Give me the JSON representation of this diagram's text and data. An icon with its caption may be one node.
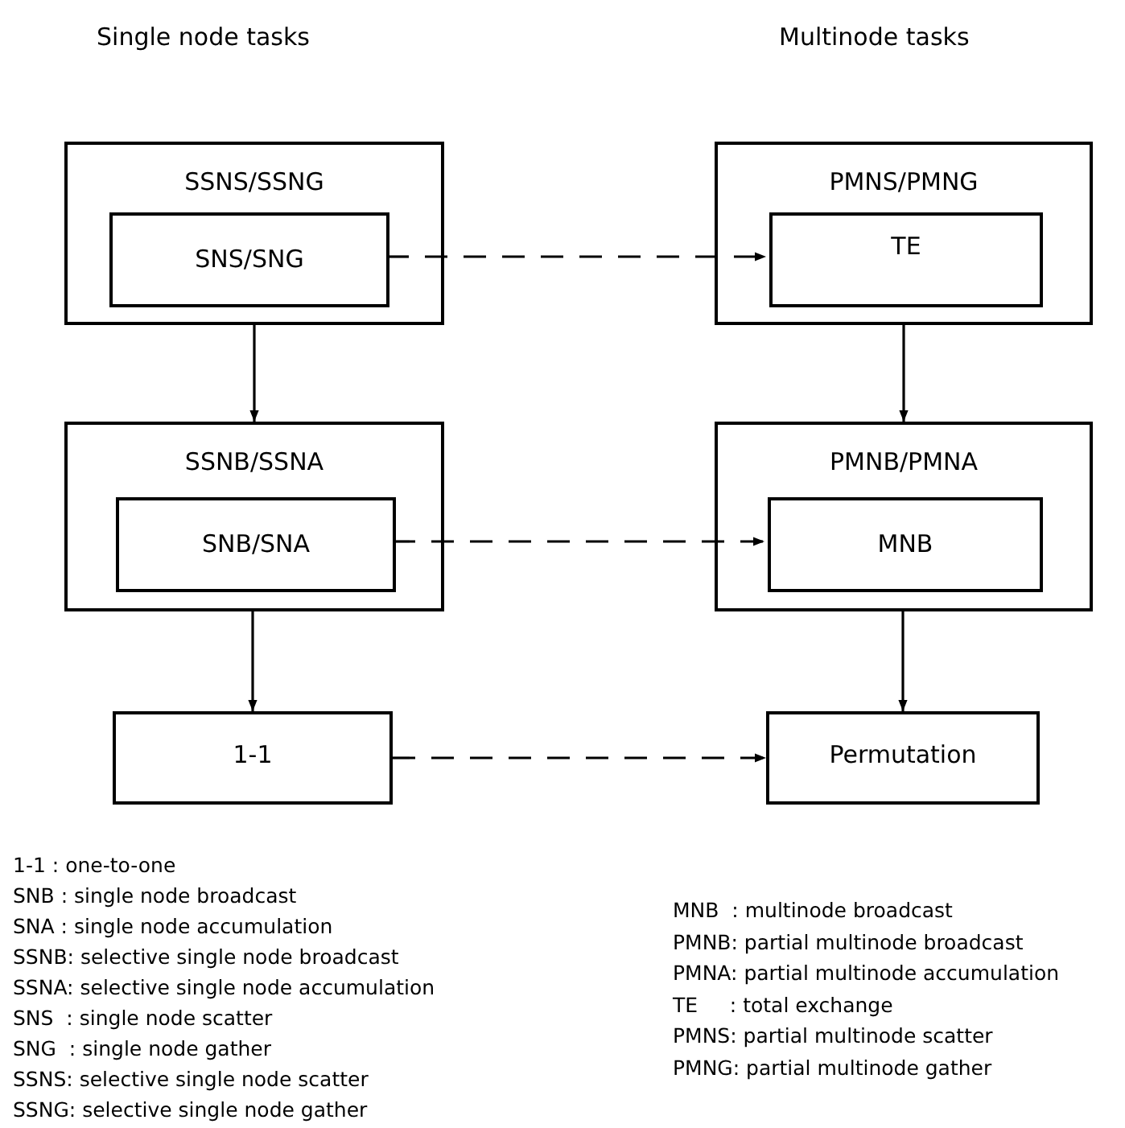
{
  "diagram": {
    "nodes": [
      {
        "text": [
          "SSNS/SSNG"
        ]
      },
      {
        "text": [
          "SNS/SNG"
        ],
        "in": 0
      },
      {
        "text": [
          "PMNS/PMNG"
        ]
      },
      {
        "text": [
          "TE"
        ],
        "in": 2
      },
      {
        "text": [
          "SSNB/SSNA"
        ]
      },
      {
        "text": [
          "SNB/SNA"
        ],
        "in": 4
      },
      {
        "text": [
          "PMNB/PMNA"
        ]
      },
      {
        "text": [
          "MNB"
        ],
        "in": 6
      },
      {
        "text": [
          "1-1"
        ]
      },
      {
        "text": [
          "Permutation"
        ]
      }
    ],
    "edges": [
      {
        "from": 1,
        "to": 3,
        "arrow": "to",
        "style": "dashed"
      },
      {
        "from": 0,
        "to": 4,
        "arrow": "to"
      },
      {
        "from": 2,
        "to": 6,
        "arrow": "to"
      },
      {
        "from": 5,
        "to": 7,
        "arrow": "to",
        "style": "dashed"
      },
      {
        "from": 4,
        "to": 8,
        "arrow": "to"
      },
      {
        "from": 6,
        "to": 9,
        "arrow": "to"
      },
      {
        "from": 8,
        "to": 9,
        "arrow": "to",
        "style": "dashed"
      }
    ],
    "labels": [
      "Single node tasks",
      "Multinode tasks",
      "1-1 : one-to-one",
      "SNB : single node broadcast",
      "SNA : single node accumulation",
      "SSNB: selective single node broadcast",
      "SSNA: selective single node accumulation",
      "SNS  : single node scatter",
      "SNG  : single node gather",
      "SSNS: selective single node scatter",
      "SSNG: selective single node gather",
      "MNB  : multinode broadcast",
      "PMNB: partial multinode broadcast",
      "PMNA: partial multinode accumulation",
      "TE     : total exchange",
      "PMNS: partial multinode scatter",
      "PMNG: partial multinode gather"
    ]
  }
}
